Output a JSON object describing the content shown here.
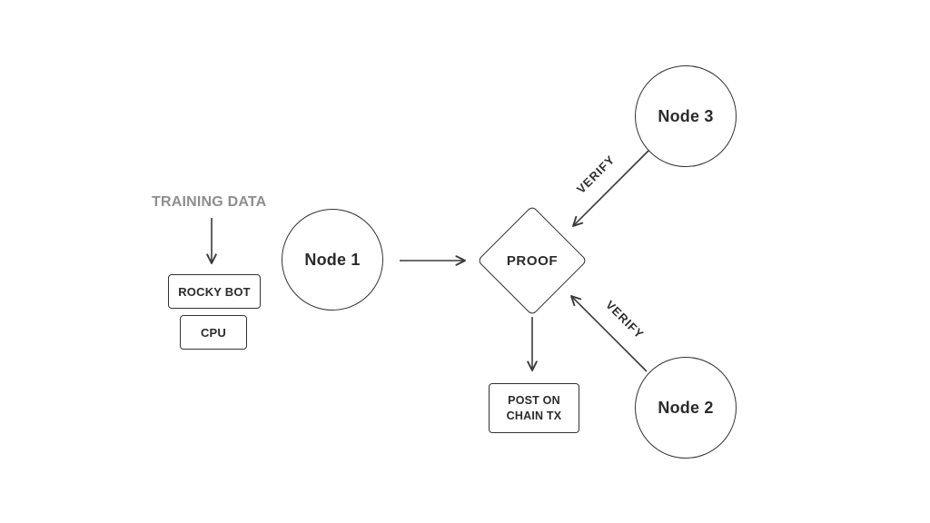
{
  "diagram": {
    "title_label": "TRAINING DATA",
    "boxes": {
      "rocky_bot": "ROCKY BOT",
      "cpu": "CPU",
      "post_on_chain": {
        "line1": "POST ON",
        "line2": "CHAIN TX"
      }
    },
    "nodes": {
      "node1": "Node 1",
      "node2": "Node 2",
      "node3": "Node 3"
    },
    "decision": "PROOF",
    "edge_labels": {
      "verify_node3": "VERIFY",
      "verify_node2": "VERIFY"
    },
    "colors": {
      "background": "#ffffff",
      "stroke": "#3a3a3a",
      "text": "#2b2b2b",
      "muted_label": "#8e8e8e"
    }
  }
}
